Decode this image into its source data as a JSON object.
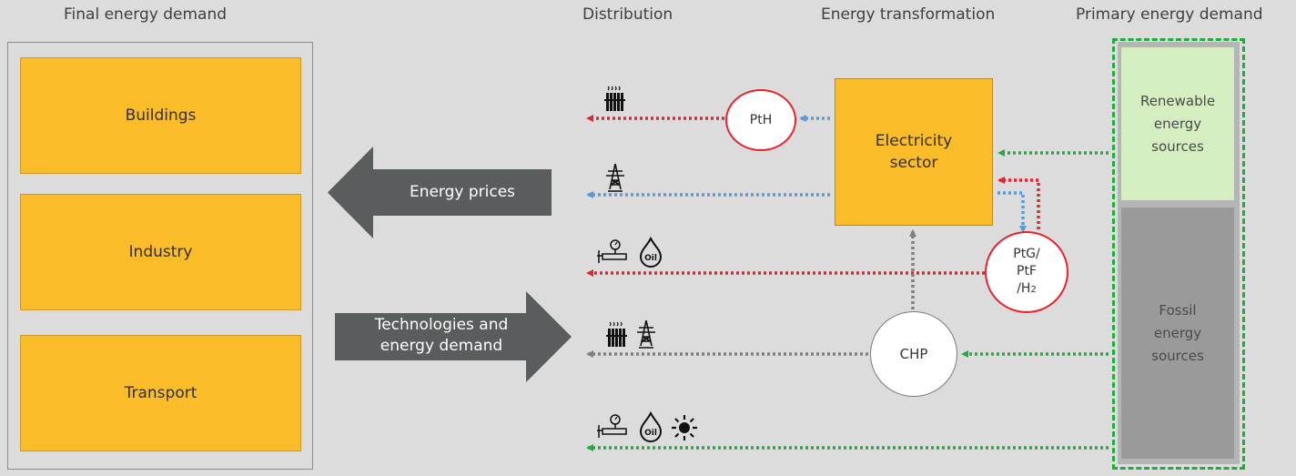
{
  "headings": {
    "final": "Final energy demand",
    "distribution": "Distribution",
    "transformation": "Energy transformation",
    "primary": "Primary energy demand"
  },
  "sectors": {
    "buildings": "Buildings",
    "industry": "Industry",
    "transport": "Transport"
  },
  "arrows": {
    "prices": "Energy prices",
    "tech_line1": "Technologies and",
    "tech_line2": "energy demand"
  },
  "nodes": {
    "pth": "PtH",
    "electricity_line1": "Electricity",
    "electricity_line2": "sector",
    "ptg_line1": "PtG/",
    "ptg_line2": "PtF",
    "ptg_line3": "/H",
    "ptg_sub": "2",
    "chp": "CHP"
  },
  "sources": {
    "renewable_line1": "Renewable",
    "renewable_line2": "energy",
    "renewable_line3": "sources",
    "fossil_line1": "Fossil",
    "fossil_line2": "energy",
    "fossil_line3": "sources"
  },
  "icons": {
    "heat": "radiator-icon",
    "power": "pylon-icon",
    "gas": "gas-meter-icon",
    "oil": "oil-drop-icon",
    "solar": "sun-icon",
    "oil_text": "Oil"
  },
  "colors": {
    "sector_fill": "#fbbc2a",
    "heat_flow": "#e8232d",
    "electricity_flow": "#5b9bd5",
    "primary_flow": "#1fae3c",
    "chp_flow": "#7f7f7f",
    "big_arrow": "#595d5d"
  }
}
